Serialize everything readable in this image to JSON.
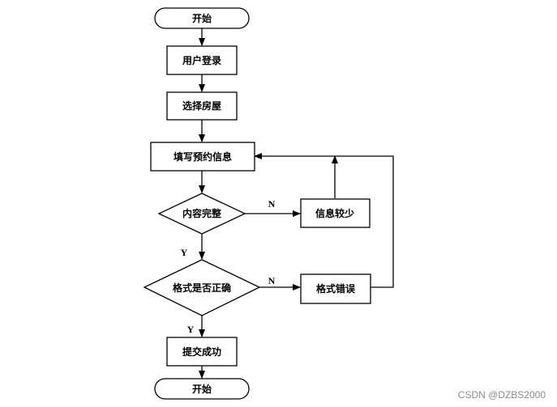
{
  "nodes": {
    "start": "开始",
    "login": "用户登录",
    "select": "选择房屋",
    "fill": "填写预约信息",
    "complete_check": "内容完整",
    "info_less": "信息较少",
    "format_check": "格式是否正确",
    "format_error": "格式错误",
    "submit": "提交成功",
    "end": "开始"
  },
  "edge_labels": {
    "complete_no": "N",
    "complete_yes": "Y",
    "format_no": "N",
    "format_yes": "Y"
  },
  "watermark": "CSDN @DZBS2000"
}
